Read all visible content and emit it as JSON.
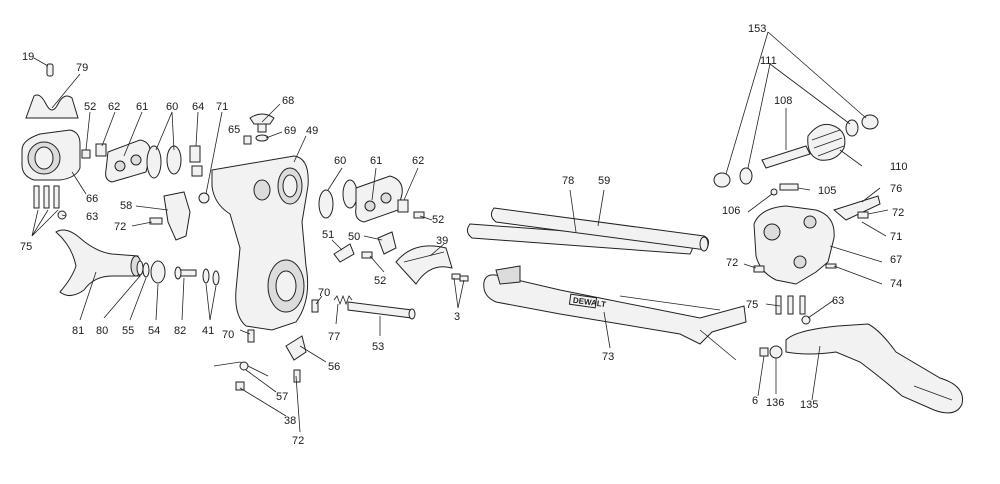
{
  "diagram": {
    "brand_text": "DEWALT",
    "callouts": [
      {
        "id": "c19",
        "label": "19"
      },
      {
        "id": "c79",
        "label": "79"
      },
      {
        "id": "c52a",
        "label": "52"
      },
      {
        "id": "c62a",
        "label": "62"
      },
      {
        "id": "c61a",
        "label": "61"
      },
      {
        "id": "c60a",
        "label": "60"
      },
      {
        "id": "c64",
        "label": "64"
      },
      {
        "id": "c71a",
        "label": "71"
      },
      {
        "id": "c68",
        "label": "68"
      },
      {
        "id": "c65",
        "label": "65"
      },
      {
        "id": "c69",
        "label": "69"
      },
      {
        "id": "c49",
        "label": "49"
      },
      {
        "id": "c66",
        "label": "66"
      },
      {
        "id": "c75a",
        "label": "75"
      },
      {
        "id": "c63a",
        "label": "63"
      },
      {
        "id": "c58",
        "label": "58"
      },
      {
        "id": "c72a",
        "label": "72"
      },
      {
        "id": "c81",
        "label": "81"
      },
      {
        "id": "c80",
        "label": "80"
      },
      {
        "id": "c55",
        "label": "55"
      },
      {
        "id": "c54",
        "label": "54"
      },
      {
        "id": "c82",
        "label": "82"
      },
      {
        "id": "c41",
        "label": "41"
      },
      {
        "id": "c70a",
        "label": "70"
      },
      {
        "id": "c70b",
        "label": "70"
      },
      {
        "id": "c60b",
        "label": "60"
      },
      {
        "id": "c61b",
        "label": "61"
      },
      {
        "id": "c62b",
        "label": "62"
      },
      {
        "id": "c52b",
        "label": "52"
      },
      {
        "id": "c51",
        "label": "51"
      },
      {
        "id": "c50",
        "label": "50"
      },
      {
        "id": "c39",
        "label": "39"
      },
      {
        "id": "c52c",
        "label": "52"
      },
      {
        "id": "c77",
        "label": "77"
      },
      {
        "id": "c53",
        "label": "53"
      },
      {
        "id": "c56",
        "label": "56"
      },
      {
        "id": "c57",
        "label": "57"
      },
      {
        "id": "c38",
        "label": "38"
      },
      {
        "id": "c72b",
        "label": "72"
      },
      {
        "id": "c3",
        "label": "3"
      },
      {
        "id": "c78",
        "label": "78"
      },
      {
        "id": "c59",
        "label": "59"
      },
      {
        "id": "c73",
        "label": "73"
      },
      {
        "id": "c153",
        "label": "153"
      },
      {
        "id": "c111",
        "label": "111"
      },
      {
        "id": "c108",
        "label": "108"
      },
      {
        "id": "c110",
        "label": "110"
      },
      {
        "id": "c105",
        "label": "105"
      },
      {
        "id": "c106",
        "label": "106"
      },
      {
        "id": "c76",
        "label": "76"
      },
      {
        "id": "c72c",
        "label": "72"
      },
      {
        "id": "c71b",
        "label": "71"
      },
      {
        "id": "c67",
        "label": "67"
      },
      {
        "id": "c72d",
        "label": "72"
      },
      {
        "id": "c74",
        "label": "74"
      },
      {
        "id": "c75b",
        "label": "75"
      },
      {
        "id": "c63b",
        "label": "63"
      },
      {
        "id": "c6",
        "label": "6"
      },
      {
        "id": "c136",
        "label": "136"
      },
      {
        "id": "c135",
        "label": "135"
      }
    ]
  }
}
